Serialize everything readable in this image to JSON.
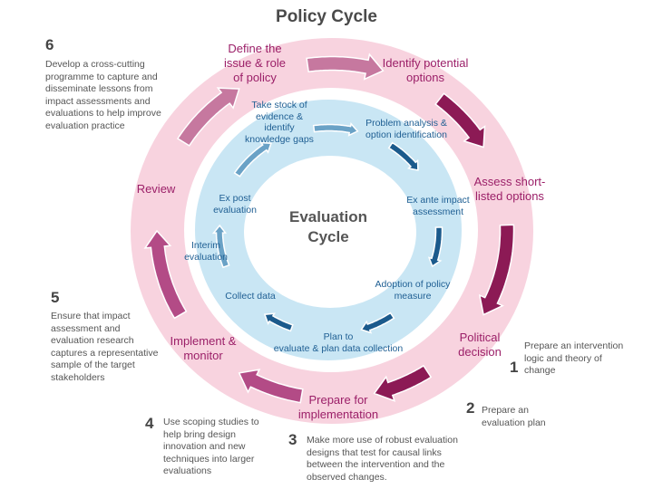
{
  "title": "Policy Cycle",
  "center_title": [
    "Evaluation",
    "Cycle"
  ],
  "colors": {
    "outer_ring": "#f8d3df",
    "inner_ring": "#c9e6f4",
    "policy_text": "#9b1f68",
    "eval_text": "#1f5f93",
    "policy_arrow_light": "#c6789f",
    "policy_arrow_mid": "#b34b86",
    "policy_arrow_dark": "#8c1a55",
    "eval_arrow_light": "#6aa2c6",
    "eval_arrow_dark": "#1b5a8c"
  },
  "policy_cycle": {
    "stages": [
      {
        "label": [
          "Define the",
          "issue & role",
          "of policy"
        ]
      },
      {
        "label": [
          "Identify potential",
          "options"
        ]
      },
      {
        "label": [
          "Assess short-",
          "listed options"
        ]
      },
      {
        "label": [
          "Political",
          "decision"
        ]
      },
      {
        "label": [
          "Prepare for",
          "implementation"
        ]
      },
      {
        "label": [
          "Implement &",
          "monitor"
        ]
      },
      {
        "label": [
          "Review"
        ]
      }
    ]
  },
  "evaluation_cycle": {
    "stages": [
      {
        "label": [
          "Take stock of",
          "evidence &",
          "identify",
          "knowledge gaps"
        ]
      },
      {
        "label": [
          "Problem analysis &",
          "option identification"
        ]
      },
      {
        "label": [
          "Ex ante impact",
          "assessment"
        ]
      },
      {
        "label": [
          "Adoption of policy",
          "measure"
        ]
      },
      {
        "label": [
          "Plan to",
          "evaluate & plan data collection"
        ]
      },
      {
        "label": [
          "Collect data"
        ]
      },
      {
        "label": [
          "Interim",
          "evaluation"
        ]
      },
      {
        "label": [
          "Ex post",
          "evaluation"
        ]
      }
    ]
  },
  "notes": [
    {
      "number": "1",
      "text": "Prepare an intervention logic and theory of change"
    },
    {
      "number": "2",
      "text": "Prepare an evaluation plan"
    },
    {
      "number": "3",
      "text": "Make more use of robust evaluation designs that test for causal links between the intervention and the observed changes."
    },
    {
      "number": "4",
      "text": "Use scoping studies to help bring design innovation and new techniques into larger evaluations"
    },
    {
      "number": "5",
      "text": "Ensure that impact assessment and evaluation research captures a representative sample of the target stakeholders"
    },
    {
      "number": "6",
      "text": "Develop a cross-cutting programme to capture and disseminate lessons from impact assessments and evaluations to help improve evaluation practice"
    }
  ]
}
